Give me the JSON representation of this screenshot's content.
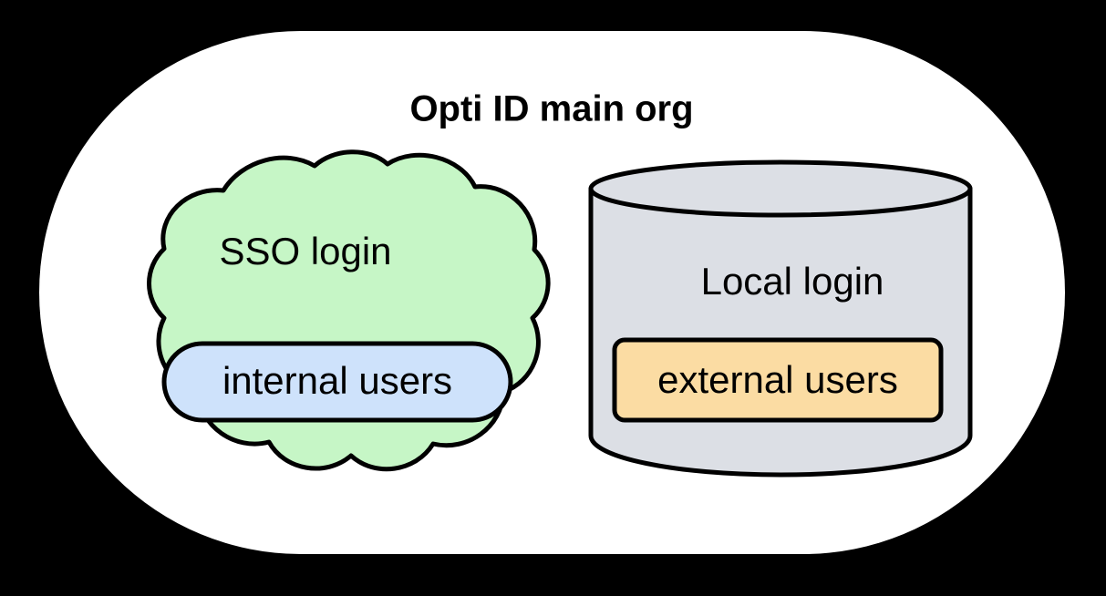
{
  "diagram": {
    "type": "architecture-container-diagram",
    "background_color": "#000000",
    "container": {
      "label": "Opti ID main org",
      "shape": "rounded-rectangle",
      "fill_color": "#FFFFFF",
      "stroke_color": "#000000"
    },
    "nodes": [
      {
        "id": "sso-login",
        "label": "SSO login",
        "shape": "cloud",
        "fill_color": "#C6F6C6",
        "stroke_color": "#000000",
        "child": {
          "id": "internal-users",
          "label": "internal users",
          "shape": "stadium",
          "fill_color": "#CEE2FB",
          "stroke_color": "#000000"
        }
      },
      {
        "id": "local-login",
        "label": "Local login",
        "shape": "cylinder",
        "fill_color": "#DCDFE5",
        "stroke_color": "#000000",
        "child": {
          "id": "external-users",
          "label": "external users",
          "shape": "rounded-rectangle",
          "fill_color": "#FBDCA3",
          "stroke_color": "#000000"
        }
      }
    ]
  }
}
